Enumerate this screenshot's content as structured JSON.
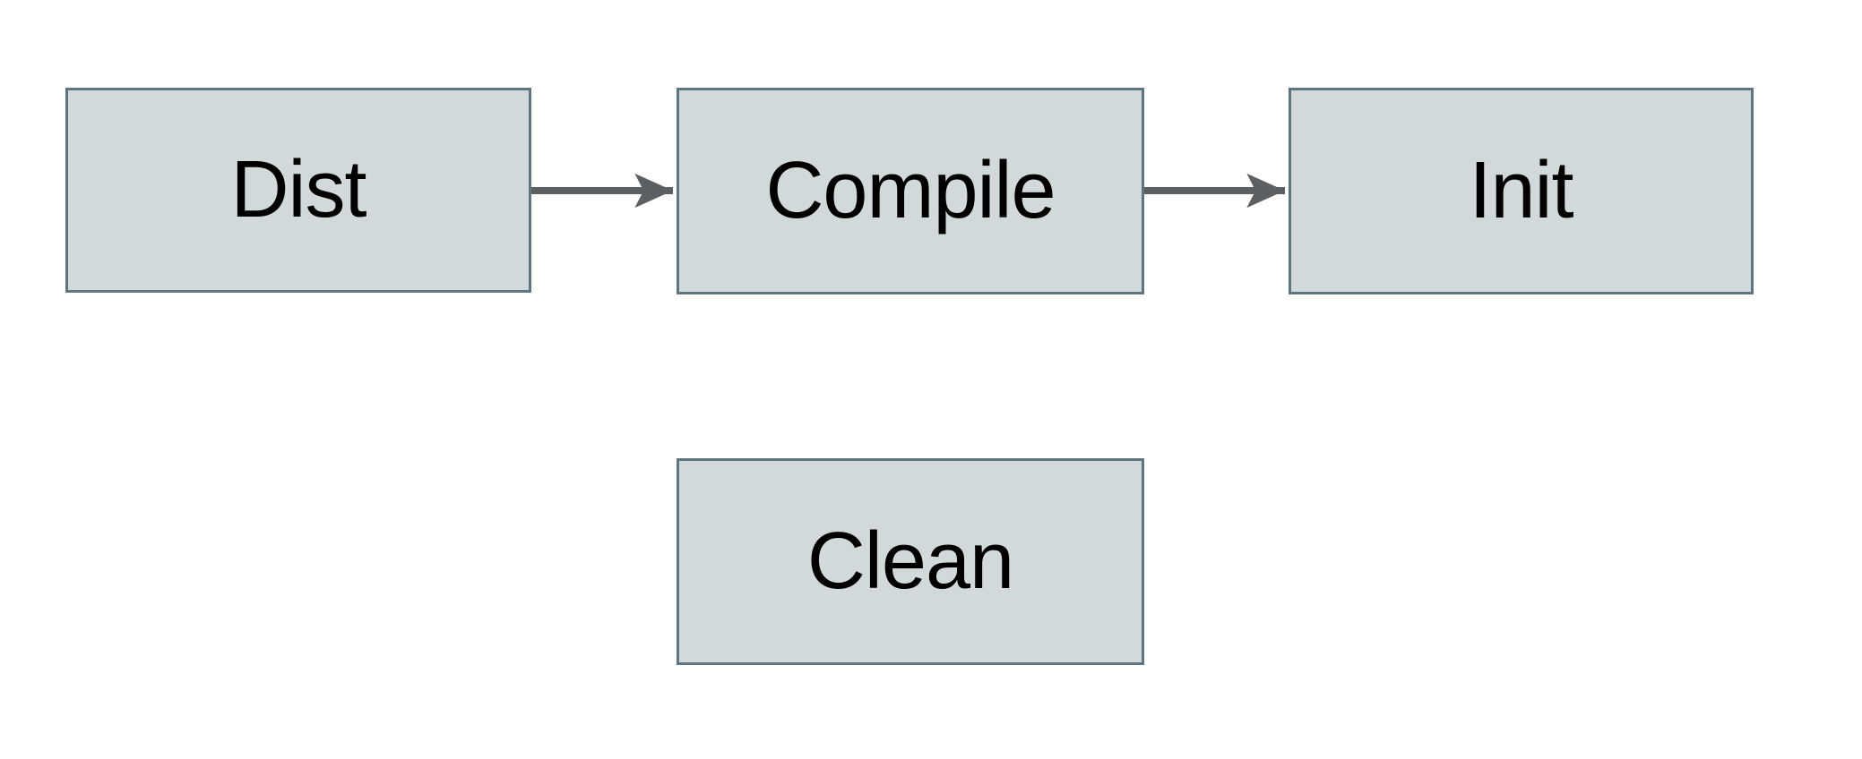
{
  "diagram": {
    "nodes": [
      {
        "id": "dist",
        "label": "Dist"
      },
      {
        "id": "compile",
        "label": "Compile"
      },
      {
        "id": "init",
        "label": "Init"
      },
      {
        "id": "clean",
        "label": "Clean"
      }
    ],
    "edges": [
      {
        "from": "dist",
        "to": "compile"
      },
      {
        "from": "compile",
        "to": "init"
      }
    ],
    "colors": {
      "background": "#ffffff",
      "node_fill": "#d2d9db",
      "node_border": "#5d7580",
      "arrow": "#5d6063",
      "text": "#000000"
    }
  }
}
